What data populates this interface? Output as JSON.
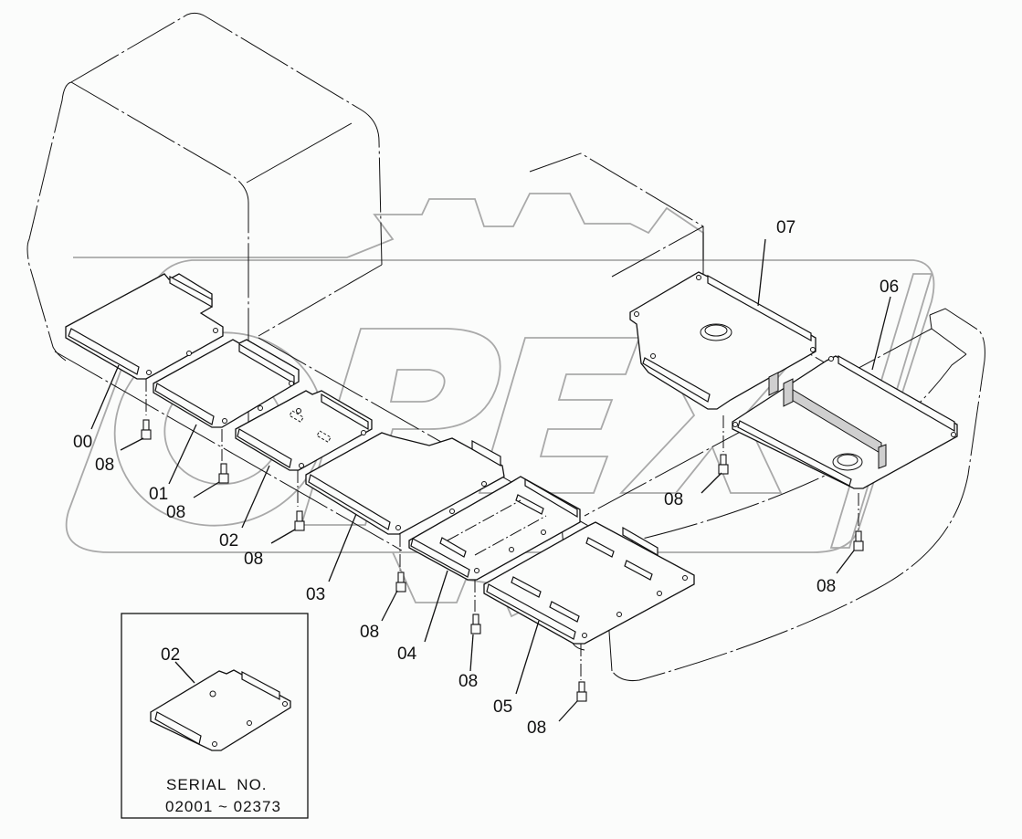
{
  "diagram": {
    "type": "exploded-parts-diagram",
    "watermark": "OPEX",
    "colors": {
      "line": "#111111",
      "watermark": "#a9a9a9",
      "background": "#fbfcfb"
    },
    "callouts": [
      {
        "id": "00",
        "label": "00",
        "part": "floor plate 00"
      },
      {
        "id": "01",
        "label": "01",
        "part": "floor plate 01"
      },
      {
        "id": "02",
        "label": "02",
        "part": "floor plate 02"
      },
      {
        "id": "03",
        "label": "03",
        "part": "floor plate 03"
      },
      {
        "id": "04",
        "label": "04",
        "part": "floor plate 04"
      },
      {
        "id": "05",
        "label": "05",
        "part": "floor plate 05"
      },
      {
        "id": "06",
        "label": "06",
        "part": "floor plate 06"
      },
      {
        "id": "07",
        "label": "07",
        "part": "floor plate 07"
      }
    ],
    "bolt_label": "08",
    "bolt_count": 8,
    "inset": {
      "callout": "02",
      "serial_title": "SERIAL  NO.",
      "serial_range": "02001 ~ 02373"
    }
  }
}
